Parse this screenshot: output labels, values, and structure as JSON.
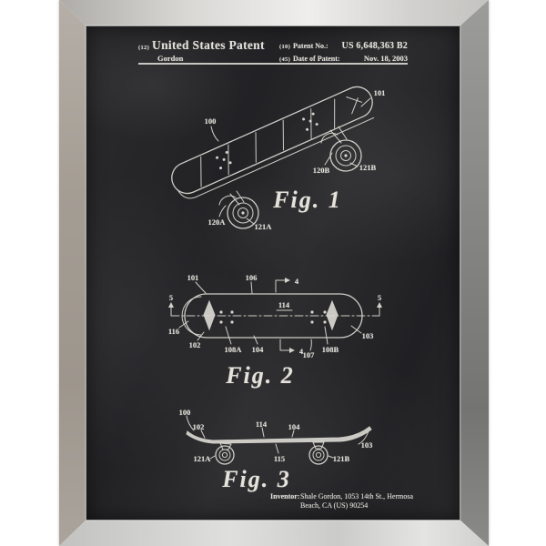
{
  "artwork": {
    "header": {
      "code": "(12)",
      "title": "United States Patent",
      "author": "Gordon",
      "patent_no_code": "(10)",
      "patent_no_label": "Patent No.:",
      "patent_no_value": "US 6,648,363 B2",
      "date_code": "(45)",
      "date_label": "Date of Patent:",
      "date_value": "Nov. 18, 2003"
    },
    "fig1": {
      "caption": "Fig. 1",
      "ref_100": "100",
      "ref_101": "101",
      "ref_120B": "120B",
      "ref_121B": "121B",
      "ref_120A": "120A",
      "ref_121A": "121A"
    },
    "fig2": {
      "caption": "Fig. 2",
      "ref_101": "101",
      "ref_106": "106",
      "ref_4_top": "4",
      "ref_4_bottom": "4",
      "ref_5_left": "5",
      "ref_5_right": "5",
      "ref_114": "114",
      "ref_116": "116",
      "ref_102": "102",
      "ref_108A": "108A",
      "ref_104": "104",
      "ref_107": "107",
      "ref_108B": "108B",
      "ref_103": "103"
    },
    "fig3": {
      "caption": "Fig. 3",
      "ref_100": "100",
      "ref_102": "102",
      "ref_114": "114",
      "ref_104": "104",
      "ref_103": "103",
      "ref_121A": "121A",
      "ref_115": "115",
      "ref_121B": "121B"
    },
    "footer": {
      "inventor_label": "Inventor:",
      "inventor_line1": "Shale Gordon, 1053 14th St., Hermosa",
      "inventor_line2": "Beach, CA (US) 90254"
    },
    "colors": {
      "chalkboard": "#232326",
      "chalk": "#e2e0d9",
      "frame_top": "#e9e8e5",
      "frame_left": "#a49d94",
      "frame_right": "#7f7f7d",
      "frame_bottom": "#dfdfdd",
      "matte_background": "#ffffff"
    }
  }
}
